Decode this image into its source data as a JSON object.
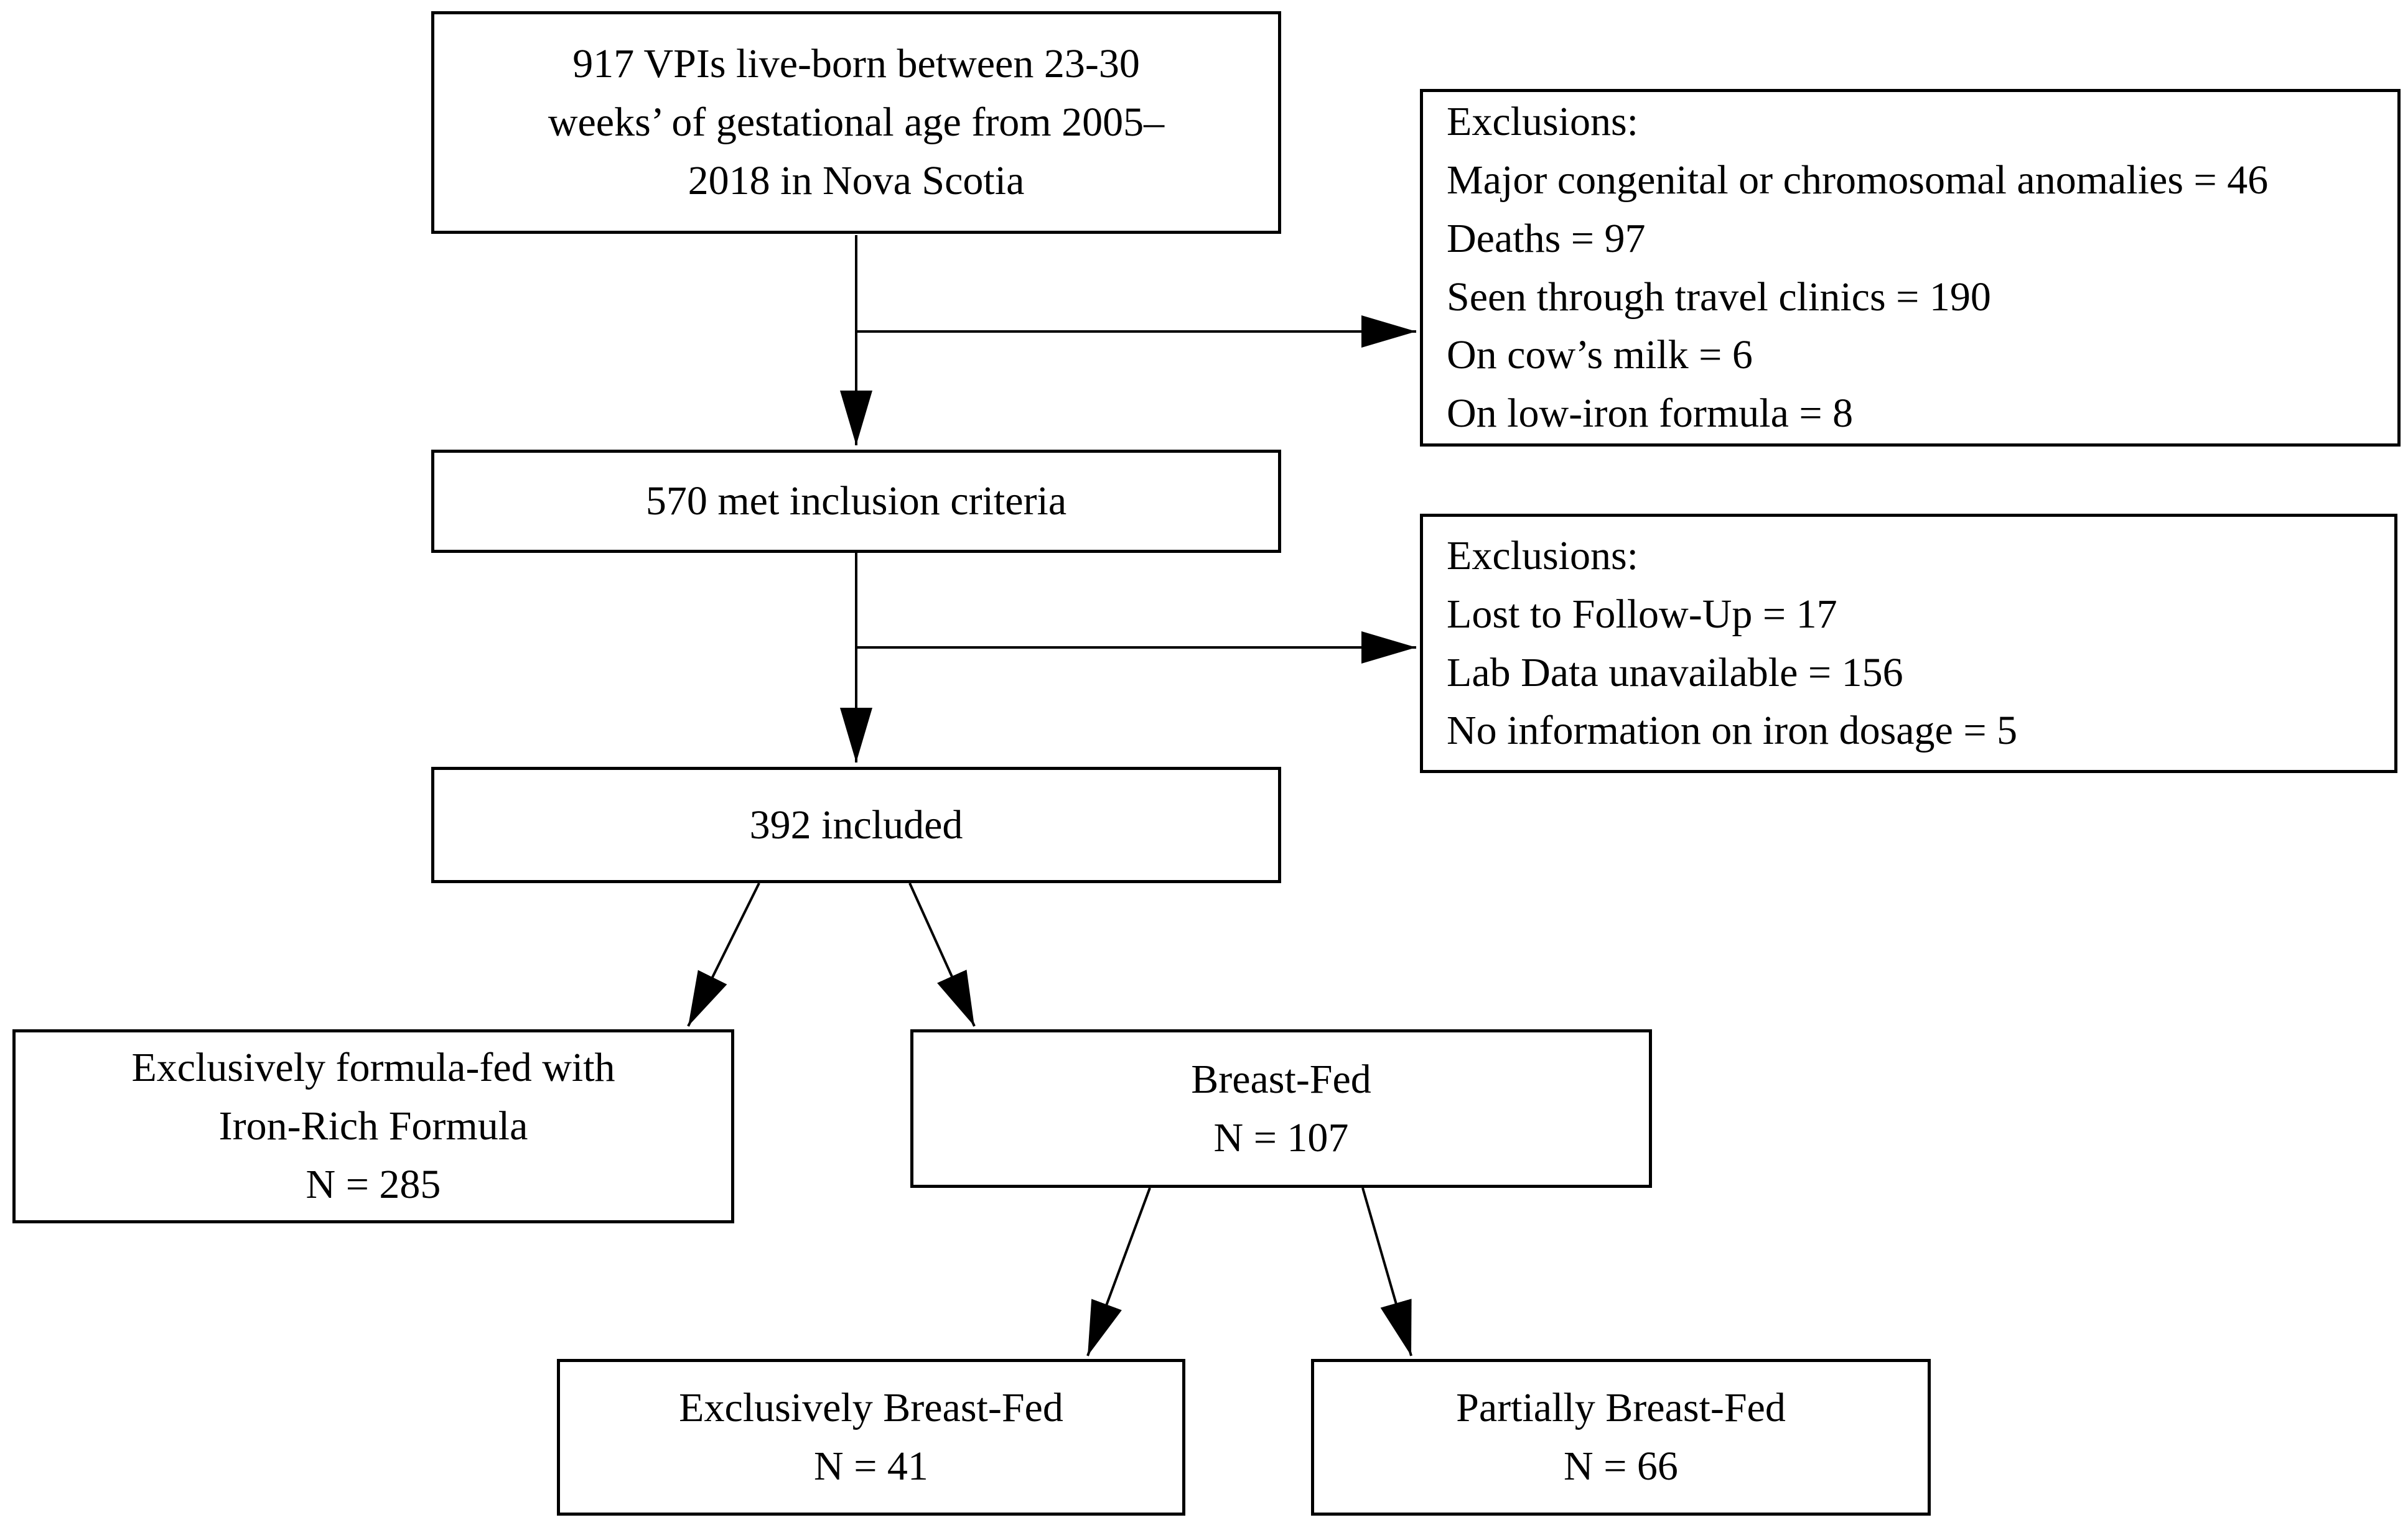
{
  "colors": {
    "background": "#ffffff",
    "ink": "#000000"
  },
  "flowchart": {
    "top_box": {
      "lines": [
        "917 VPIs live-born between 23-30",
        "weeks’ of gestational age from 2005–",
        "2018 in Nova Scotia"
      ]
    },
    "exclusions_1": {
      "title": "Exclusions:",
      "items": [
        "Major congenital or chromosomal anomalies = 46",
        "Deaths = 97",
        "Seen through travel clinics = 190",
        "On cow’s milk = 6",
        "On low-iron formula = 8"
      ]
    },
    "inclusion_box": {
      "text": "570 met inclusion criteria"
    },
    "exclusions_2": {
      "title": "Exclusions:",
      "items": [
        "Lost to Follow-Up = 17",
        "Lab Data unavailable = 156",
        "No information on iron dosage = 5"
      ]
    },
    "included_box": {
      "text": "392 included"
    },
    "formula_fed_box": {
      "lines": [
        "Exclusively formula-fed with",
        "Iron-Rich Formula"
      ],
      "count": "N = 285"
    },
    "breast_fed_box": {
      "label": "Breast-Fed",
      "count": "N = 107"
    },
    "exclusively_breast_fed_box": {
      "label": "Exclusively Breast-Fed",
      "count": "N = 41"
    },
    "partially_breast_fed_box": {
      "label": "Partially Breast-Fed",
      "count": "N = 66"
    }
  }
}
